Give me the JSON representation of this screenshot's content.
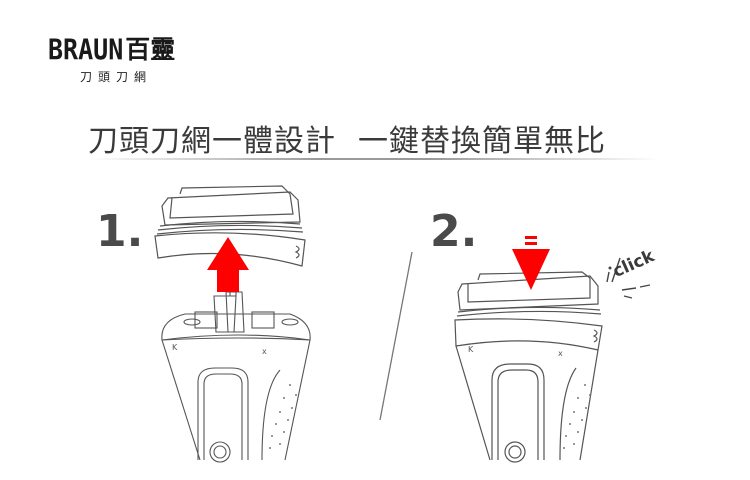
{
  "logo": {
    "brand": "BRAUN",
    "brand_cn": "百靈",
    "subtitle": "刀頭刀網"
  },
  "headline": {
    "part1": "刀頭刀網一體設計",
    "part2": "一鍵替換簡單無比"
  },
  "steps": [
    {
      "number": "1.",
      "action": "remove-head",
      "arrow": "up"
    },
    {
      "number": "2.",
      "action": "attach-head",
      "arrow": "down",
      "sound_label": "click"
    }
  ],
  "colors": {
    "arrow": "#ff0000",
    "line_art": "#555555",
    "step_number": "#4a4a4a",
    "headline": "#3a3a3a"
  }
}
